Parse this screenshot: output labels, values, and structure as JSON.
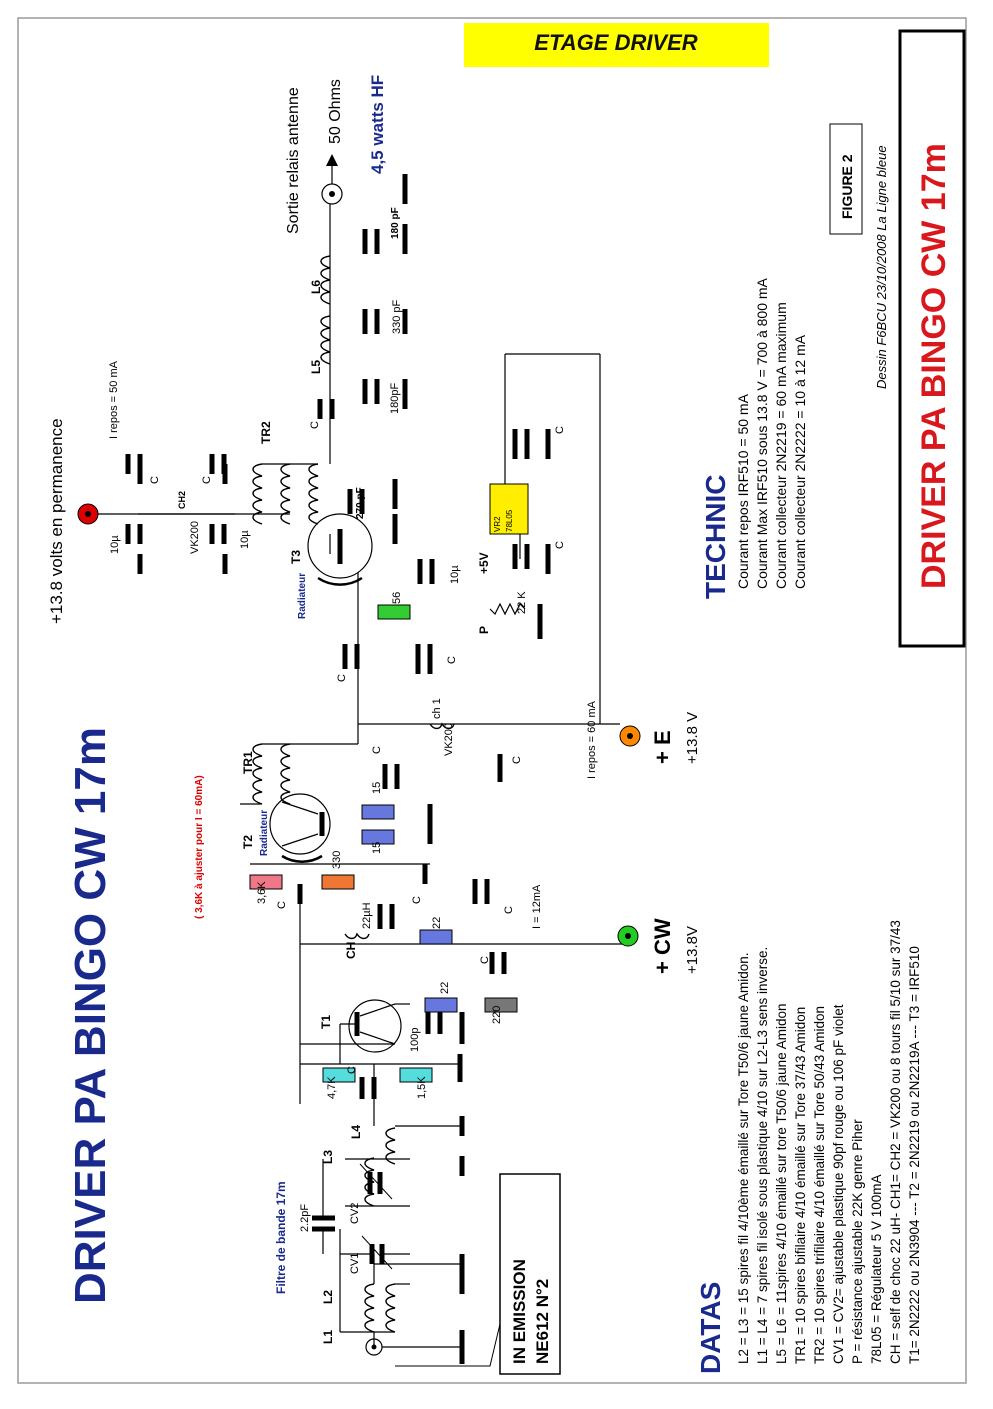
{
  "title_main": "DRIVER PA BINGO CW 17m",
  "title_box": "DRIVER PA  BINGO CW 17m",
  "banner": "ETAGE DRIVER",
  "figure_label": "FIGURE 2",
  "credit": "Dessin  F6BCU 23/10/2008  La Ligne bleue",
  "supply_label": "+13.8 volts  en permanence",
  "output": {
    "sortie": "Sortie  relais antenne",
    "ohms": "50 Ohms",
    "power": "4,5 watts HF"
  },
  "filter_label": "Filtre  de bande 17m",
  "input_box": [
    "IN EMISSION",
    "NE612  N°2"
  ],
  "adjust_note": "( 3,6K à ajuster pour I = 60mA)",
  "terminals": {
    "e_label": "+ E",
    "e_volt": "+13.8 V",
    "cw_label": "+ CW",
    "cw_volt": "+13.8V"
  },
  "currents": {
    "i_cw": "I = 12mA",
    "i_e": "I repos = 60 mA",
    "i_top": "I repos = 50 mA"
  },
  "labels": {
    "tr2": "TR2",
    "tr1": "TR1",
    "t3": "T3",
    "t2": "T2",
    "t1": "T1",
    "l1": "L1",
    "l2": "L2",
    "l3": "L3",
    "l4": "L4",
    "l5": "L5",
    "l6": "L6",
    "ch": "CH",
    "ch1": "ch 1",
    "ch2": "CH2",
    "p": "P",
    "plus5v": "+5V",
    "vr2": "VR2",
    "vr2_part": "78L05",
    "radiateur": "Radiateur",
    "c": "C",
    "c_180pf": "180 pF",
    "c_330pf": "330 pF",
    "c_180pf_b": "180pF",
    "c_270pf": "270 pF",
    "c_10u": "10µ",
    "c_100p": "100p",
    "c_22pf": "2.2pF",
    "cv1": "CV1",
    "cv2": "CV2",
    "r_56": "56",
    "r_22k": "22 K",
    "r_15": "15",
    "r_330": "330",
    "r_36k": "3,6K",
    "r_22": "22",
    "r_220": "220",
    "r_47k": "4,7K",
    "r_15k": "1,5K",
    "l_22uh": "22µH",
    "vk200": "VK200"
  },
  "technic": {
    "title": "TECHNIC",
    "lines": [
      "Courant repos IRF510 = 50 mA",
      "Courant  Max IRF510 sous 13.8 V = 700 à 800 mA",
      "Courant collecteur 2N2219 = 60 mA maximum",
      "Courant collecteur 2N2222 = 10 à 12 mA"
    ]
  },
  "datas": {
    "title": "DATAS",
    "lines": [
      "L2 = L3 = 15 spires fil 4/10ème émaillé sur Tore T50/6 jaune  Amidon.",
      "L1 = L4 = 7 spires fil isolé sous plastique 4/10  sur L2-L3 sens inverse.",
      "L5 = L6 = 11spires 4/10 émaillé sur tore T50/6 jaune Amidon",
      "TR1 = 10 spires bifilaire 4/10 émaillé sur Tore 37/43 Amidon",
      "TR2 = 10 spires trifilaire 4/10 émaillé sur Tore 50/43 Amidon",
      "CV1 = CV2= ajustable plastique 90pf rouge ou  106 pF violet",
      "P = résistance ajustable 22K genre Piher",
      "78L05 = Régulateur 5 V  100mA",
      "CH = self de choc 22 uH-  CH1= CH2 = VK200  ou 8 tours fil  5/10 sur 37/43",
      "T1= 2N2222 ou 2N3904 --- T2 = 2N2219 ou 2N2219A --- T3 = IRF510"
    ]
  },
  "colors": {
    "title_blue": "#1a2a8c",
    "title_red": "#d8181c",
    "banner_yellow": "#ffff00",
    "resistor_green": "#33cc33",
    "resistor_blue": "#6677dd",
    "resistor_cyan": "#55dddd",
    "resistor_pink": "#ee7788",
    "resistor_orange": "#ee7733",
    "resistor_gray": "#777777",
    "regulator_yellow": "#ffee00",
    "terminal_red": "#dd0000",
    "terminal_orange": "#ff8800",
    "terminal_green": "#22cc22"
  }
}
